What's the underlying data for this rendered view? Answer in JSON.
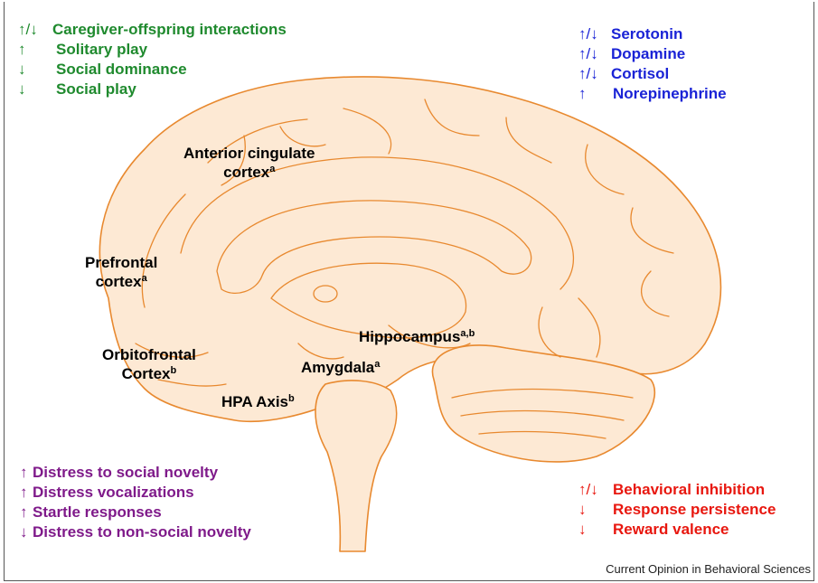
{
  "green_list": [
    {
      "arrow": "↑/↓",
      "label": "Caregiver-offspring interactions"
    },
    {
      "arrow": "↑",
      "label": "Solitary play"
    },
    {
      "arrow": "↓",
      "label": "Social dominance"
    },
    {
      "arrow": "↓",
      "label": "Social play"
    }
  ],
  "blue_list": [
    {
      "arrow": "↑/↓",
      "label": "Serotonin"
    },
    {
      "arrow": "↑/↓",
      "label": "Dopamine"
    },
    {
      "arrow": "↑/↓",
      "label": "Cortisol"
    },
    {
      "arrow": "↑",
      "label": "Norepinephrine"
    }
  ],
  "purple_list": [
    {
      "arrow": "↑",
      "label": "Distress to social novelty"
    },
    {
      "arrow": "↑",
      "label": "Distress vocalizations"
    },
    {
      "arrow": "↑",
      "label": "Startle responses"
    },
    {
      "arrow": "↓",
      "label": "Distress to non-social novelty"
    }
  ],
  "red_list": [
    {
      "arrow": "↑/↓",
      "label": "Behavioral inhibition"
    },
    {
      "arrow": "↓",
      "label": "Response persistence"
    },
    {
      "arrow": "↓",
      "label": "Reward valence"
    }
  ],
  "regions": {
    "acc": {
      "line1": "Anterior cingulate",
      "line2": "cortex",
      "sup": "a"
    },
    "pfc": {
      "line1": "Prefrontal",
      "line2": "cortex",
      "sup": "a"
    },
    "ofc": {
      "line1": "Orbitofrontal",
      "line2": "Cortex",
      "sup": "b"
    },
    "hpa": {
      "line1": "HPA Axis",
      "sup": "b"
    },
    "amygdala": {
      "line1": "Amygdala",
      "sup": "a"
    },
    "hippocampus": {
      "line1": "Hippocampus",
      "sup": "a,b"
    }
  },
  "credit": "Current Opinion in Behavioral Sciences",
  "colors": {
    "green": "#1f8a2e",
    "blue": "#1a23d6",
    "purple": "#7f1a8a",
    "red": "#e8170f",
    "brain_fill": "#fde9d4",
    "brain_stroke": "#e8892f"
  }
}
